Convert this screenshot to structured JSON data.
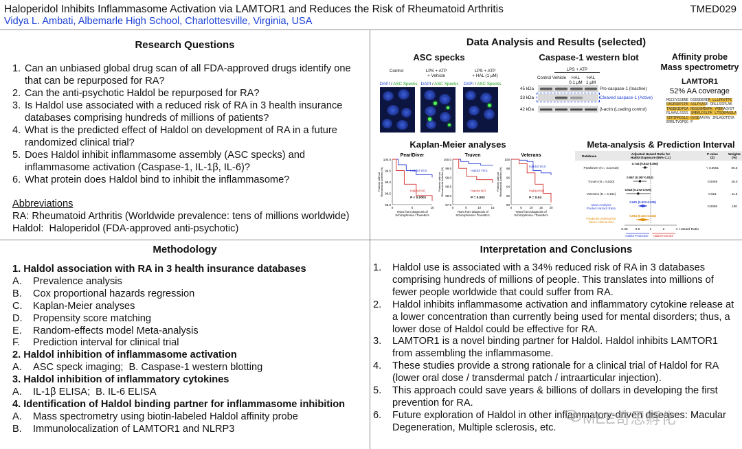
{
  "header": {
    "title": "Haloperidol Inhibits Inflammasome Activation via LAMTOR1 and Reduces the Risk of Rheumatoid Arthritis",
    "author": "Vidya L. Ambati, Albemarle High School, Charlottesville, Virginia, USA",
    "code": "TMED029"
  },
  "research": {
    "title": "Research Questions",
    "questions": [
      {
        "num": "1.",
        "text": "Can an unbiased global drug scan of all FDA-approved drugs identify one that can be repurposed for RA?"
      },
      {
        "num": "2.",
        "text": "Can the anti-psychotic Haldol be repurposed for RA?"
      },
      {
        "num": "3.",
        "text": "Is Haldol use associated with a reduced risk of RA in 3 health insurance databases comprising hundreds of millions of patients?"
      },
      {
        "num": "4.",
        "text": "What is the predicted effect of Haldol on development of RA in a future randomized clinical trial?"
      },
      {
        "num": "5.",
        "text": "Does Haldol inhibit inflammasome assembly (ASC specks) and inflammasome activation (Caspase-1, IL-1β, IL-6)?"
      },
      {
        "num": "6.",
        "text": "What protein does Haldol bind to inhibit the inflammasome?"
      }
    ],
    "abbr_heading": "Abbreviations",
    "abbr": [
      "RA: Rheumatoid Arthritis (Worldwide prevalence: tens of millions worldwide)",
      "Haldol:  Haloperidol (FDA-approved anti-psychotic)"
    ]
  },
  "methodology": {
    "title": "Methodology",
    "sections": [
      {
        "heading": "1. Haldol association with RA in 3 health insurance databases",
        "items": [
          {
            "l": "A.",
            "t": "Prevalence analysis"
          },
          {
            "l": "B.",
            "t": "Cox proportional hazards regression"
          },
          {
            "l": "C.",
            "t": "Kaplan-Meier analyses"
          },
          {
            "l": "D.",
            "t": "Propensity score matching"
          },
          {
            "l": "E.",
            "t": "Random-effects model Meta-analysis"
          },
          {
            "l": "F.",
            "t": "Prediction interval for clinical trial"
          }
        ]
      },
      {
        "heading": "2. Haldol inhibition of inflammasome activation",
        "items": [
          {
            "l": "A.",
            "t": "ASC speck imaging;  B. Caspase-1 western blotting"
          }
        ]
      },
      {
        "heading": "3. Haldol inhibition of inflammatory cytokines",
        "items": [
          {
            "l": "A.",
            "t": "IL-1β ELISA;  B. IL-6 ELISA"
          }
        ]
      },
      {
        "heading": "4. Identification of Haldol binding partner for inflammasome inhibition",
        "items": [
          {
            "l": "A.",
            "t": "Mass spectrometry using biotin-labeled Haldol affinity probe"
          },
          {
            "l": "B.",
            "t": "Immunolocalization of LAMTOR1 and NLRP3"
          }
        ]
      }
    ]
  },
  "interpretation": {
    "title": "Interpretation and Conclusions",
    "items": [
      {
        "num": "1.",
        "text": "Haldol use is associated with a 34% reduced risk of RA in 3 databases comprising hundreds of millions of people. This translates into millions of fewer people worldwide that could suffer from RA."
      },
      {
        "num": "2.",
        "text": "Haldol inhibits inflammasome activation and inflammatory cytokine release at a lower concentration than currently being used for mental disorders; thus, a lower dose of Haldol could be effective for RA."
      },
      {
        "num": "3.",
        "text": "LAMTOR1 is a novel binding partner for Haldol. Haldol inhibits LAMTOR1 from assembling the inflammasome."
      },
      {
        "num": "4.",
        "text": "These studies provide a strong rationale for a clinical trial of Haldol for RA (lower oral dose / transdermal patch / intraarticular injection)."
      },
      {
        "num": "5.",
        "text": "This approach could save years & billions of dollars in developing the first prevention for RA."
      },
      {
        "num": "6.",
        "text": "Future exploration of Haldol in other inflammatory-driven diseases: Macular Degeneration, Multiple sclerosis, etc."
      }
    ],
    "watermark": "MEE奇思孵化"
  },
  "data": {
    "title": "Data Analysis and Results (selected)",
    "asc": {
      "title": "ASC specks",
      "cols": [
        "Control",
        "LPS + ATP\n+ Vehicle",
        "LPS + ATP\n+ HAL (1 μM)"
      ],
      "stain_dapi": "DAPI",
      "stain_sep": " / ",
      "stain_asc": "ASC Specks"
    },
    "caspase": {
      "title": "Caspase-1 western blot",
      "lps": "LPS + ATP",
      "lanes": [
        "Control",
        "Vehicle",
        "HAL\n0.1 μM",
        "HAL\n1 μM"
      ],
      "kda": [
        "45 kDa",
        "33 kDa",
        "42 kDa"
      ],
      "labels": [
        "Pro-caspase-1 (Inactive)",
        "Cleaved caspase-1 (Active)",
        "β-actin (Loading control)"
      ]
    },
    "affinity": {
      "title": "Affinity probe\nMass spectrometry",
      "protein": "LAMTOR1",
      "coverage": "52% AA coverage"
    },
    "km": {
      "title": "Kaplan-Meier analyses",
      "panels": [
        {
          "name": "PearlDiver",
          "yes": "Haldol YES",
          "no": "Haldol NO",
          "p": "P < 0.0001",
          "ylab": "Patients without\nRheumatoid Arthritis (%)",
          "xlab": "Years from Diagnosis of\nSchizophrenia / Tourette's",
          "yticks": [
            "100.0",
            "99.5",
            "99.0",
            "98.5",
            "98.0"
          ],
          "xticks": [
            "0",
            "5",
            "10"
          ]
        },
        {
          "name": "Truven",
          "yes": "Haldol YES",
          "no": "Haldol NO",
          "p": "P = 0.002",
          "ylab": "Patients without\nRheumatoid Arthritis (%)",
          "xlab": "Years from Diagnosis of\nSchizophrenia / Tourette's",
          "yticks": [
            "100.0",
            "99.5",
            "99.0",
            "98.5",
            "98.0",
            "97.5"
          ],
          "xticks": [
            "0",
            "5",
            "10",
            "15"
          ]
        },
        {
          "name": "Veterans",
          "yes": "Haldol YES",
          "no": "Haldol NO",
          "p": "P = 0.04",
          "ylab": "Patients without\nRheumatoid Arthritis (%)",
          "xlab": "Years from Diagnosis of\nSchizophrenia / Tourette's",
          "yticks": [
            "100",
            "98",
            "96",
            "94",
            "92",
            "90"
          ],
          "xticks": [
            "0",
            "5",
            "10",
            "15",
            "20"
          ]
        }
      ]
    },
    "meta": {
      "title": "Meta-analysis & Prediction Interval",
      "col_db": "Database",
      "col_hr": "Adjusted Hazard Ratio for\nHaldol Exposure (95% C.I.)",
      "col_p": "P value\n(Z)",
      "col_w": "Weights\n(%)",
      "rows": [
        {
          "db": "PearlDiver (N = 413,518)",
          "hr": "0.744 (0.643-0.860)",
          "p": "< 0.0001",
          "w": "60.5"
        },
        {
          "db": "Truven (N = 9,820)",
          "hr": "0.567 (0.397-0.810)",
          "p": "0.0009",
          "w": "28.0"
        },
        {
          "db": "Veterans (N = 9,184)",
          "hr": "0.515 (0.272-0.976)",
          "p": "0.021",
          "w": "11.5"
        },
        {
          "db": "Meta-Analysis\nPooled Hazard Ratio",
          "hr": "0.661 (0.523-0.835)",
          "p": "0.0006",
          "w": "100"
        },
        {
          "db": "Prediction interval for\nfuture clinical trial",
          "hr": "0.661 (0.464-0.942)",
          "p": "",
          "w": ""
        }
      ],
      "axis_ticks": [
        "0.25",
        "0.5",
        "1",
        "2",
        "4"
      ],
      "axis_label": "Hazard Ratio",
      "protective": "Haldol Protective",
      "harmful": "Haldol Harmful"
    }
  }
}
